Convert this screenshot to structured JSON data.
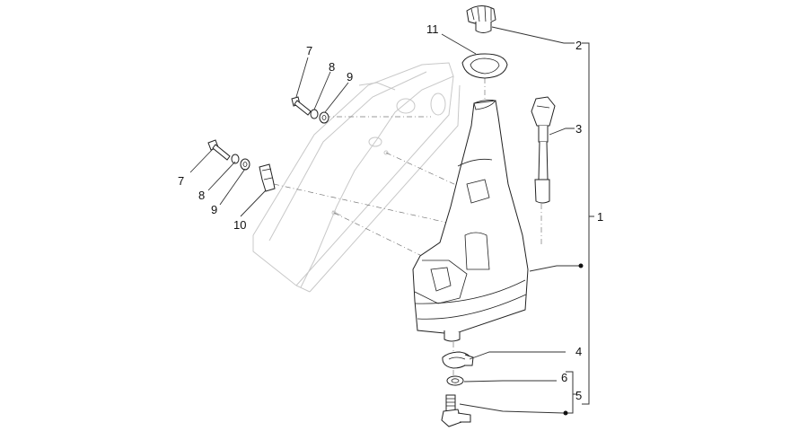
{
  "callouts": {
    "c1": "1",
    "c2": "2",
    "c3": "3",
    "c4": "4",
    "c5": "5",
    "c6": "6",
    "c7a": "7",
    "c7b": "7",
    "c8a": "8",
    "c8b": "8",
    "c9a": "9",
    "c9b": "9",
    "c10": "10",
    "c11": "11"
  },
  "colors": {
    "line": "#222222",
    "frame": "#c8c8c8",
    "background": "#ffffff"
  }
}
